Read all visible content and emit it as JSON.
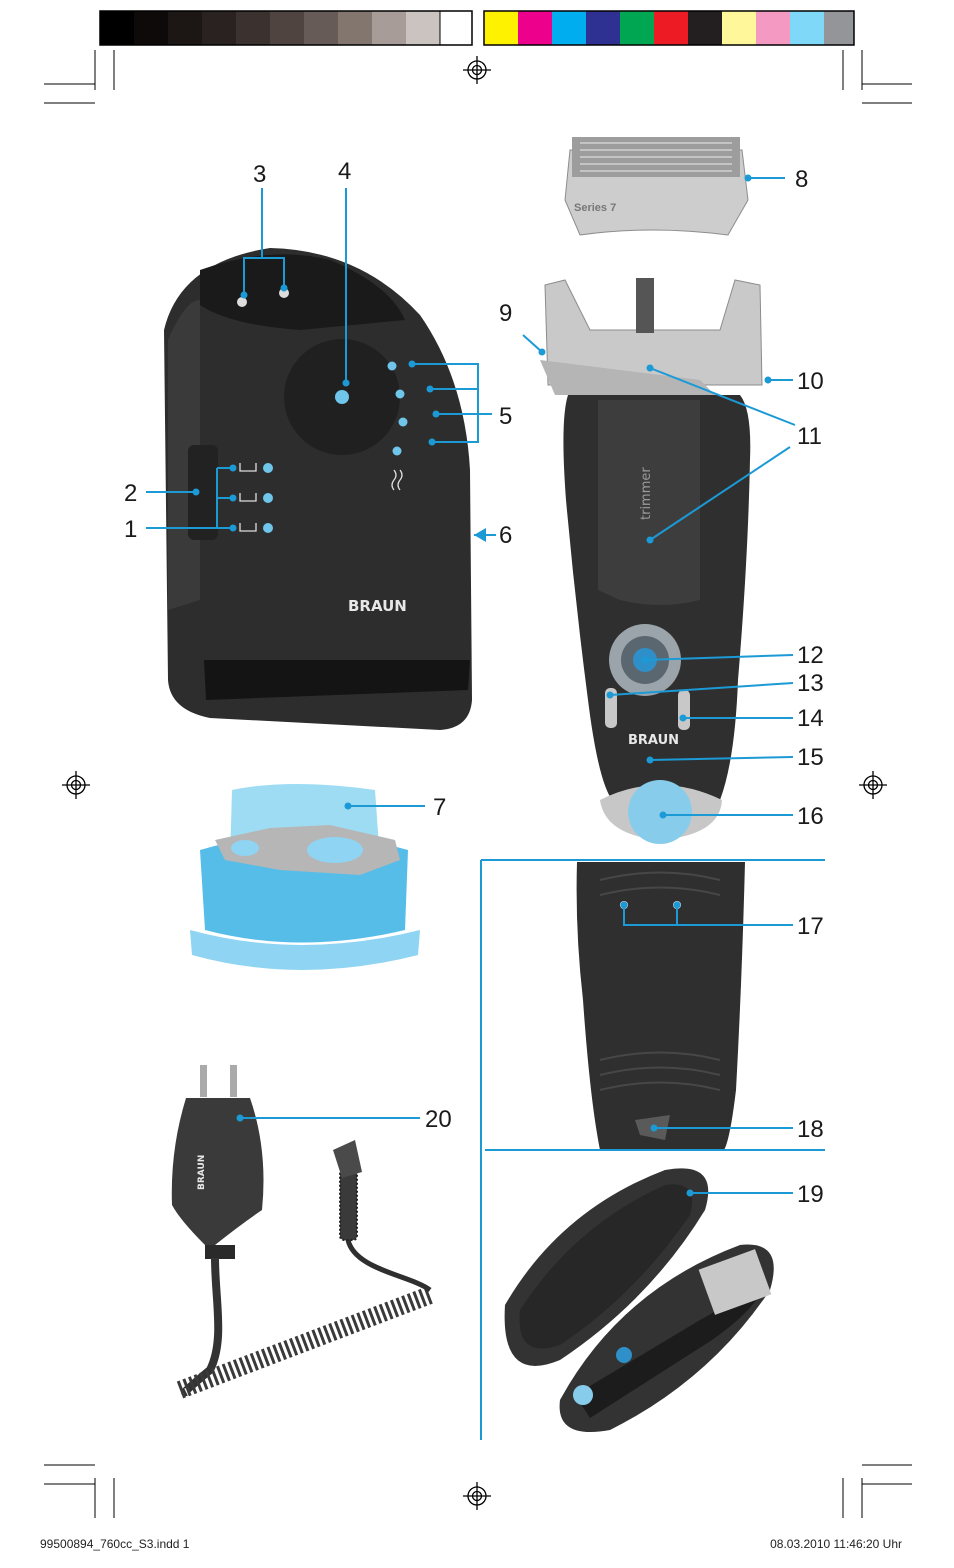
{
  "callouts": [
    {
      "n": "1"
    },
    {
      "n": "2"
    },
    {
      "n": "3"
    },
    {
      "n": "4"
    },
    {
      "n": "5"
    },
    {
      "n": "6"
    },
    {
      "n": "7"
    },
    {
      "n": "8"
    },
    {
      "n": "9"
    },
    {
      "n": "10"
    },
    {
      "n": "11"
    },
    {
      "n": "12"
    },
    {
      "n": "13"
    },
    {
      "n": "14"
    },
    {
      "n": "15"
    },
    {
      "n": "16"
    },
    {
      "n": "17"
    },
    {
      "n": "18"
    },
    {
      "n": "19"
    },
    {
      "n": "20"
    }
  ],
  "product_text": {
    "brand": "BRAUN",
    "foil_series": "Series 7",
    "trimmer": "trimmer"
  },
  "footer": {
    "file": "99500894_760cc_S3.indd   1",
    "timestamp": "08.03.2010   11:46:20 Uhr"
  },
  "colors": {
    "leader": "#1b9ad6",
    "body_dark": "#2b2b2b",
    "cartridge_blue": "#7fd0f0"
  }
}
